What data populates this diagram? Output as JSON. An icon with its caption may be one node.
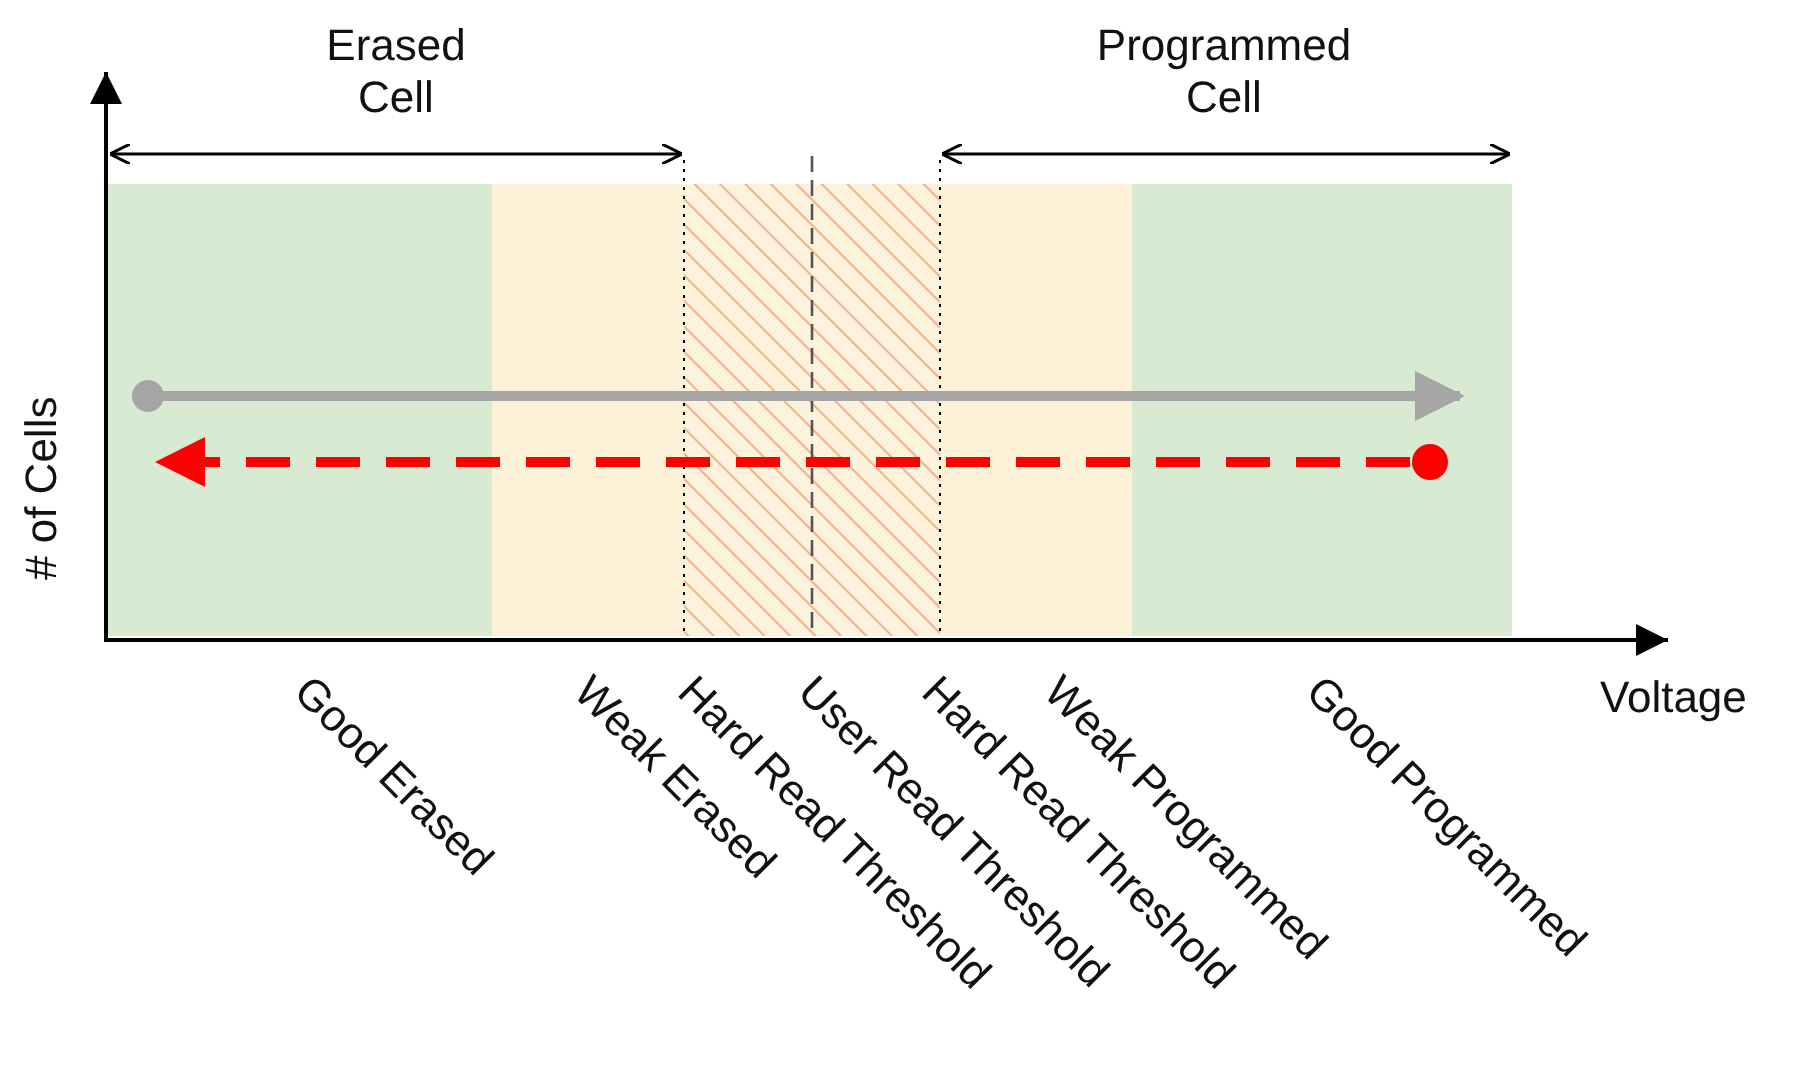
{
  "diagram": {
    "labels": [
      "Erased Cell",
      "Programmed Cell",
      "# of Cells",
      "Voltage",
      "Good Erased",
      "Weak Erased",
      "Hard Read Threshold",
      "User Read Threshold",
      "Hard Read Threshold",
      "Weak Programmed",
      "Good Programmed"
    ]
  }
}
